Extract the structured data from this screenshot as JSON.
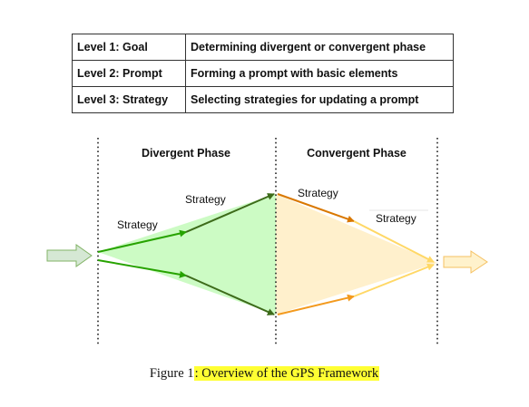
{
  "levels": [
    {
      "level": "Level 1: Goal",
      "description": "Determining divergent or convergent phase"
    },
    {
      "level": "Level 2: Prompt",
      "description": "Forming a prompt with basic elements"
    },
    {
      "level": "Level 3: Strategy",
      "description": "Selecting strategies for updating a prompt"
    }
  ],
  "diagram": {
    "divergent_label": "Divergent Phase",
    "convergent_label": "Convergent Phase",
    "strategy_labels": [
      "Strategy",
      "Strategy",
      "Strategy",
      "Strategy"
    ],
    "colors": {
      "divergent_fill": "#ccfbc4",
      "divergent_arrow_light": "#27a300",
      "divergent_arrow_dark": "#3d6b1a",
      "convergent_fill": "#fff0cc",
      "convergent_arrow_dark": "#d97800",
      "convergent_arrow_light": "#ffd866",
      "input_arrow_fill": "#d5e8d4",
      "input_arrow_stroke": "#82b366",
      "output_arrow_fill": "#fff2cc",
      "output_arrow_stroke": "#f5c060"
    }
  },
  "caption": {
    "prefix": "Figure 1",
    "highlighted": ": Overview of the GPS Framework"
  }
}
